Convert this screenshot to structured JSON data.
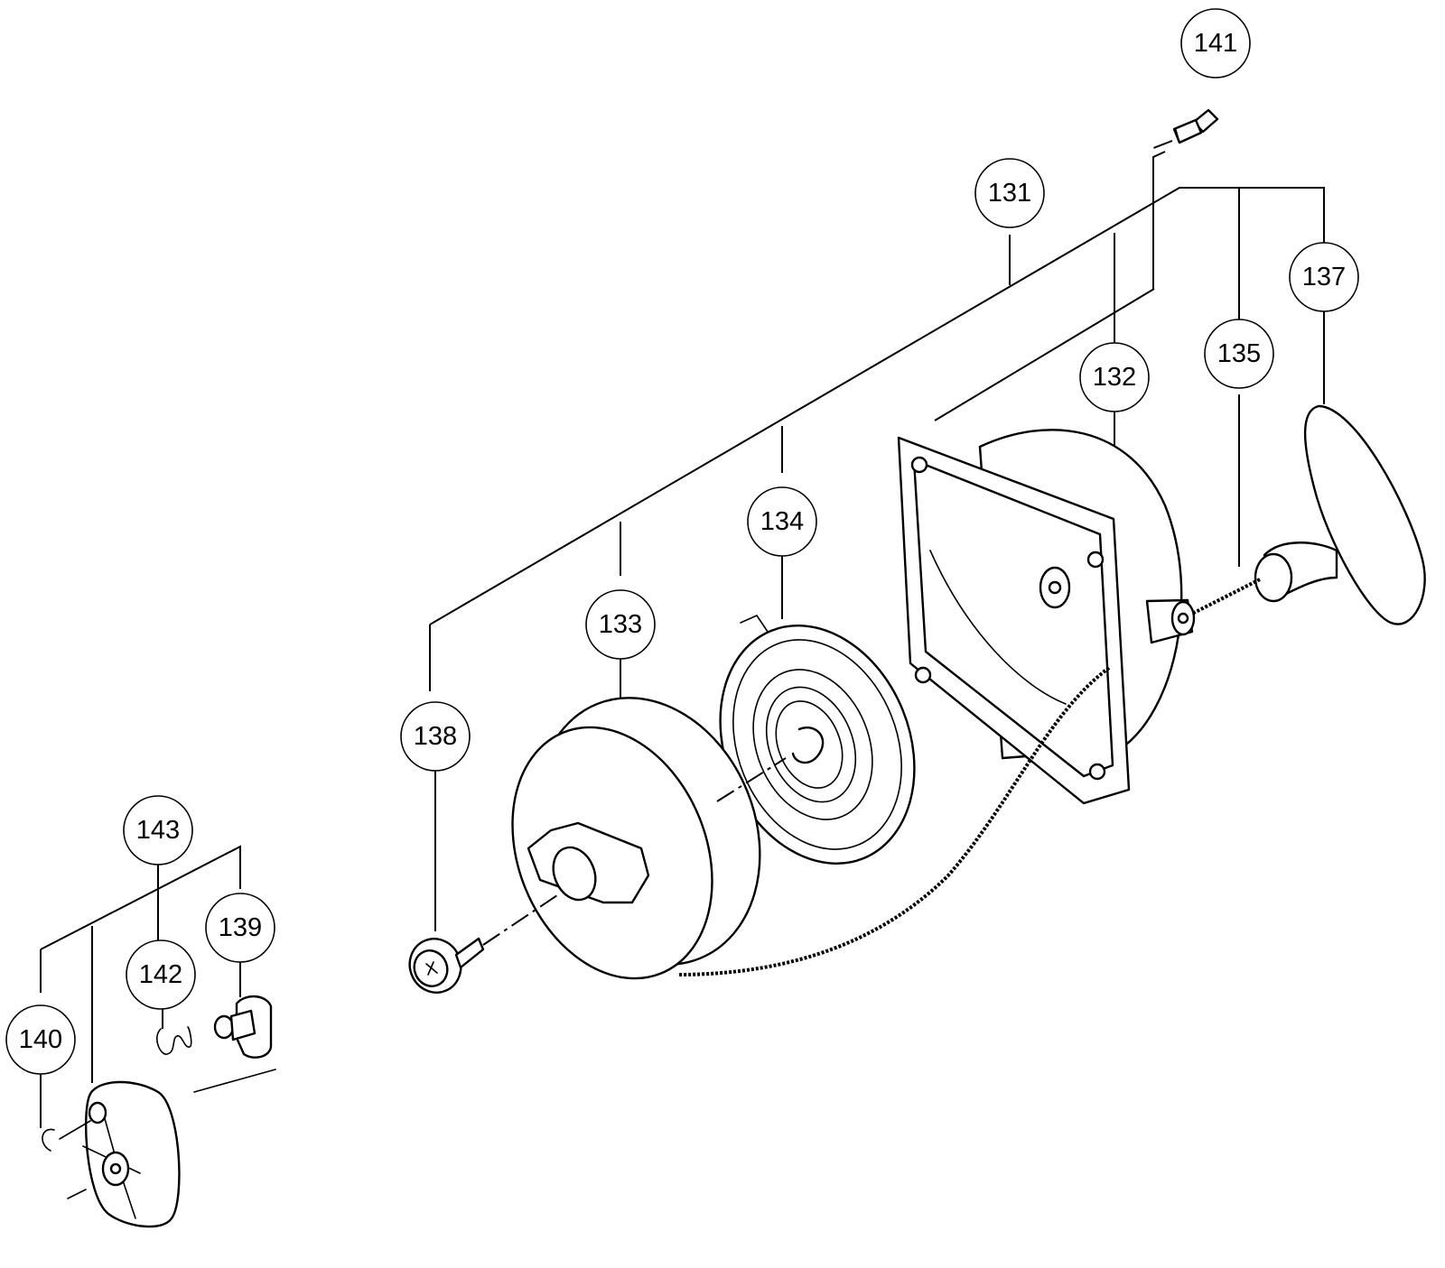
{
  "callouts": [
    {
      "id": "c141",
      "label": "141"
    },
    {
      "id": "c131",
      "label": "131"
    },
    {
      "id": "c137",
      "label": "137"
    },
    {
      "id": "c135",
      "label": "135"
    },
    {
      "id": "c132",
      "label": "132"
    },
    {
      "id": "c134",
      "label": "134"
    },
    {
      "id": "c133",
      "label": "133"
    },
    {
      "id": "c138",
      "label": "138"
    },
    {
      "id": "c143",
      "label": "143"
    },
    {
      "id": "c139",
      "label": "139"
    },
    {
      "id": "c142",
      "label": "142"
    },
    {
      "id": "c140",
      "label": "140"
    }
  ]
}
